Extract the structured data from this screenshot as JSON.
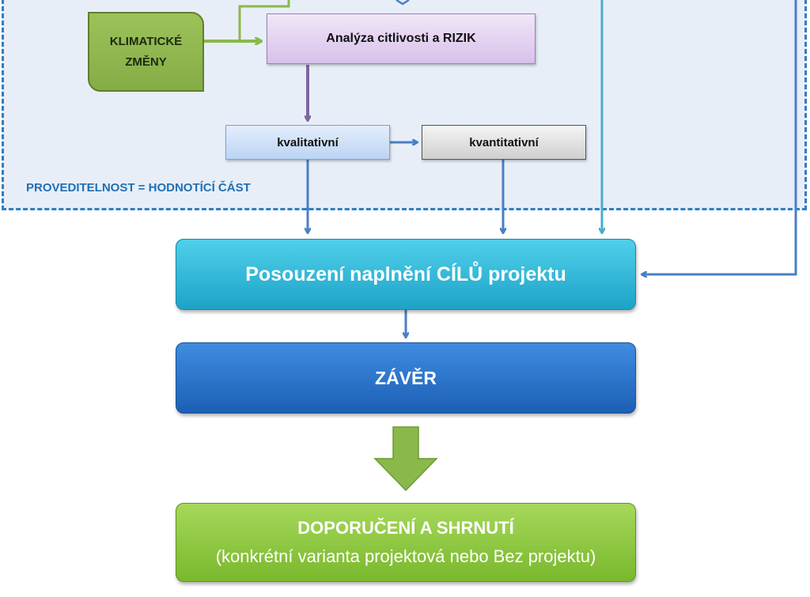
{
  "zone": {
    "label": "PROVEDITELNOST = HODNOTÍCÍ ČÁST"
  },
  "nodes": {
    "climate": {
      "line1": "KLIMATICKÉ",
      "line2": "ZMĚNY"
    },
    "risk_analysis": "Analýza citlivosti a RIZIK",
    "qualitative": "kvalitativní",
    "quantitative": "kvantitativní",
    "goals": "Posouzení naplnění CÍLŮ projektu",
    "conclusion": "ZÁVĚR",
    "recommendation": {
      "title": "DOPORUČENÍ A SHRNUTÍ",
      "subtitle": "(konkrétní varianta projektová nebo Bez projektu)"
    }
  },
  "colors": {
    "zone_border": "#2e7fc2",
    "arrow_blue": "#4a7fc4",
    "arrow_purple": "#8064a2",
    "arrow_teal": "#4aaccc",
    "arrow_green": "#8ab84a"
  }
}
